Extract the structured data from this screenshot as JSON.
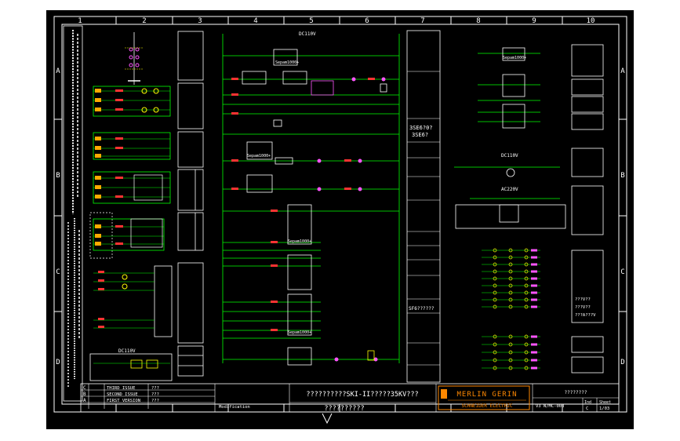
{
  "colors": {
    "background": "#000000",
    "frame": "#ffffff",
    "wire": "#00ff00",
    "label": "#ffff00",
    "terminal": "#ff3333",
    "device": "#ff55ff",
    "logo": "#ff8800"
  },
  "columns": [
    "1",
    "2",
    "3",
    "4",
    "5",
    "6",
    "7",
    "8",
    "9",
    "10"
  ],
  "rows": [
    "A",
    "B",
    "C",
    "D"
  ],
  "power_labels": {
    "dc110v_top": "DC110V",
    "dc110v_right": "DC110V",
    "ac220v_right": "AC220V",
    "dc110v_bottom": "DC110V"
  },
  "relay_labels": {
    "r1": "Sepam1000+",
    "r2": "Sepam1000+",
    "r3": "Sepam1000+",
    "r4": "Sepam1000+",
    "r5": "Sepam1000+"
  },
  "middle_notes": {
    "n1": "3SE6?0?",
    "n2": "3SE6?",
    "n3": "SF6??????"
  },
  "right_notes": {
    "n1": "???V??",
    "n2": "???V??",
    "n3": "???A???V"
  },
  "title_block": {
    "rev_c": "C",
    "rev_b": "B",
    "rev_a": "A",
    "rev_c_text": "THIRD ISSUE",
    "rev_b_text": "SECOND ISSUE",
    "rev_a_text": "FIRST VERSION",
    "rev_c_by": "???",
    "rev_b_by": "???",
    "rev_a_by": "???",
    "modification_label": "Modification",
    "project_title": "??????????SKI-II?????35KV???",
    "drawing_title": "??????????",
    "company": "MERLIN GERIN",
    "subsidiary": "SCHNEIDER ELECTRIC",
    "right_title": "????????",
    "drawing_no": "V3 N/MC-003",
    "ind_label": "Ind",
    "ind_value": "C",
    "sheet_label": "Sheet",
    "sheet_value": "1/03"
  }
}
